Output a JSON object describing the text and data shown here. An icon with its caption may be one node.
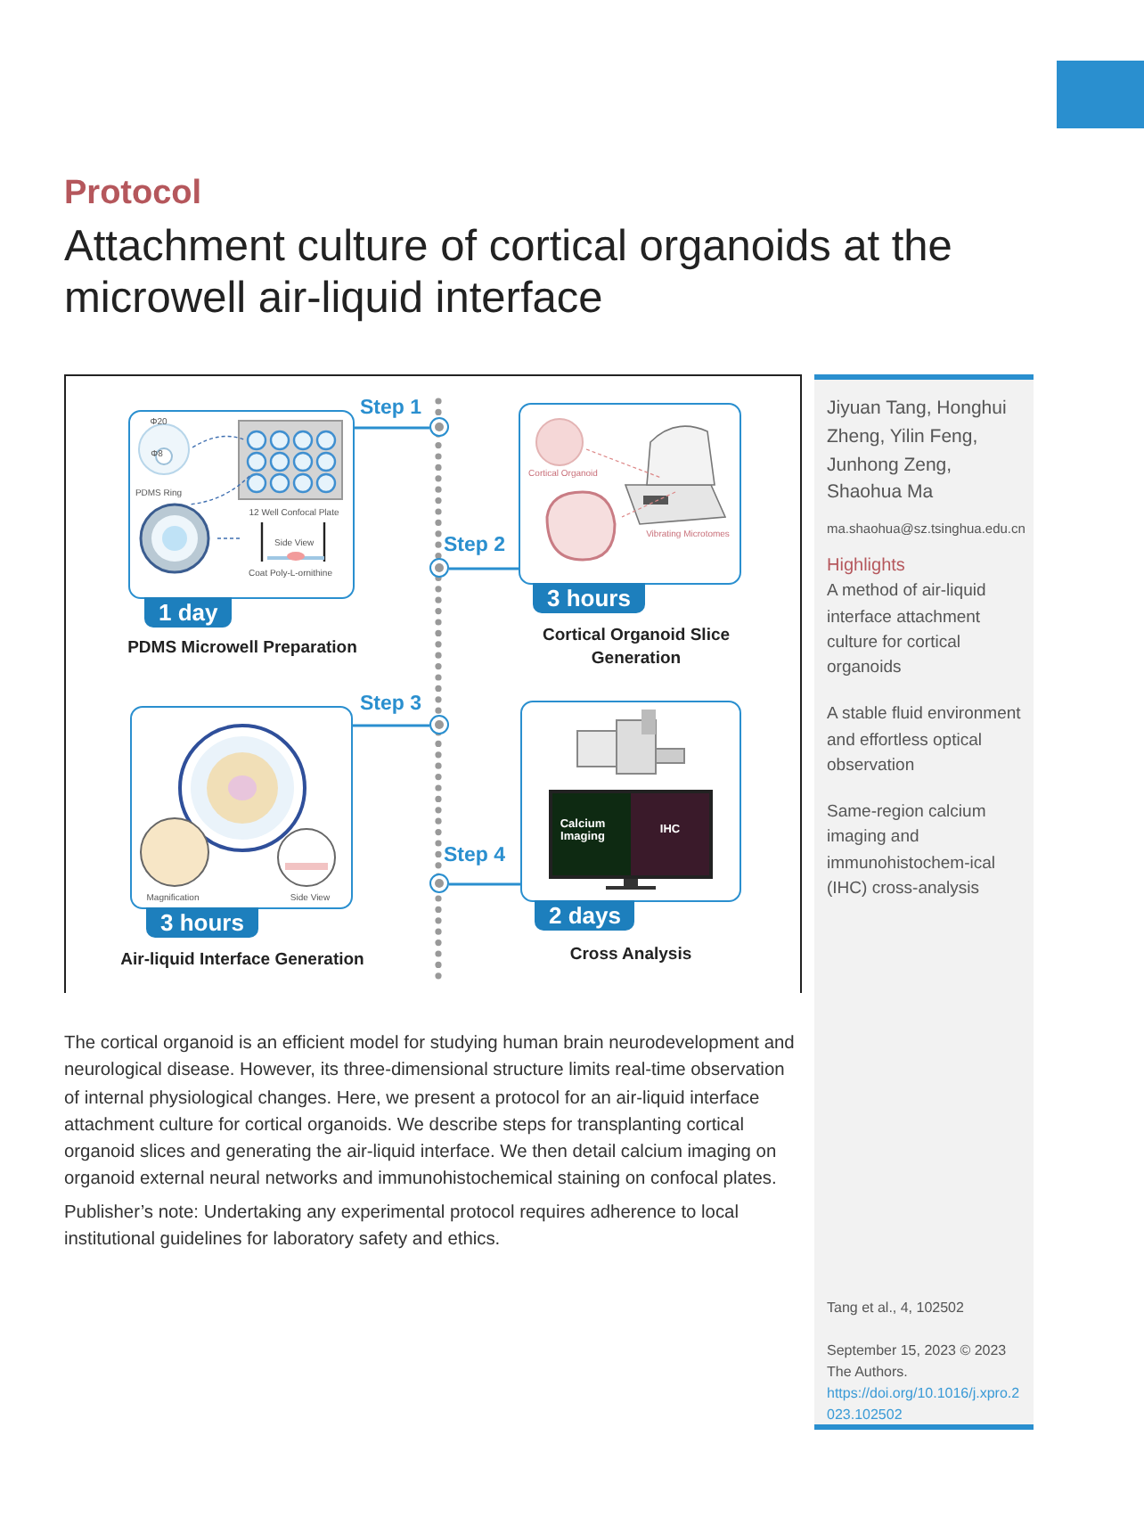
{
  "diagram": {
    "title": "Attachment culture of cortical organoids at the microwell air-liquid interface",
    "nodes": [
      {
        "text": [
          "1 day",
          "PDMS Microwell Preparation"
        ]
      },
      {
        "text": [
          "3 hours",
          "Cortical Organoid Slice Generation"
        ]
      },
      {
        "text": [
          "3 hours",
          "Air-liquid Interface Generation"
        ]
      },
      {
        "text": [
          "2 days",
          "Cross Analysis"
        ]
      },
      {
        "text": [],
        "shape": "circle"
      },
      {
        "text": [],
        "shape": "circle"
      },
      {
        "text": [],
        "shape": "circle"
      },
      {
        "text": [],
        "shape": "circle"
      }
    ],
    "edges": [
      {
        "from": 4,
        "to": 0,
        "arrow": "none",
        "label": "Step 1"
      },
      {
        "from": 5,
        "to": 1,
        "arrow": "none",
        "label": "Step 2"
      },
      {
        "from": 6,
        "to": 2,
        "arrow": "none",
        "label": "Step 3"
      },
      {
        "from": 7,
        "to": 3,
        "arrow": "none",
        "label": "Step 4"
      }
    ],
    "labels": [
      "Φ20",
      "Φ8",
      "PDMS Ring",
      "12 Well Confocal Plate",
      "Side View",
      "Coat Poly-L-ornithine",
      "Cortical Organoid",
      "Vibrating Microtomes",
      "Magnification",
      "Side View",
      "Calcium Imaging",
      "IHC",
      "Protocol",
      "The cortical organoid is an efficient model for studying human brain neurodevelopment and neurological disease. However, its three-dimensional structure limits real-time observation of internal physiological changes. Here, we present a protocol for an air-liquid interface attachment culture for cortical organoids. We describe steps for transplanting cortical organoid slices and generating the air-liquid interface. We then detail calcium imaging on organoid external neural networks and immunohistochemical staining on confocal plates.",
      "Publisher’s note: Undertaking any experimental protocol requires adherence to local institutional guidelines for laboratory safety and ethics.",
      "Jiyuan Tang, Honghui Zheng, Yilin Feng, Junhong Zeng, Shaohua Ma",
      "ma.shaohua@sz.tsinghua.edu.cn",
      "Highlights",
      "A method of air-liquid interface attachment culture for cortical organoids",
      "A stable fluid environment and effortless optical observation",
      "Same-region calcium imaging and immunohistochem-ical (IHC) cross-analysis",
      "Tang et al., 4, 102502",
      "September 15, 2023 © 2023 The Authors.",
      "https://doi.org/10.1016/j.xpro.2023.102502"
    ]
  }
}
